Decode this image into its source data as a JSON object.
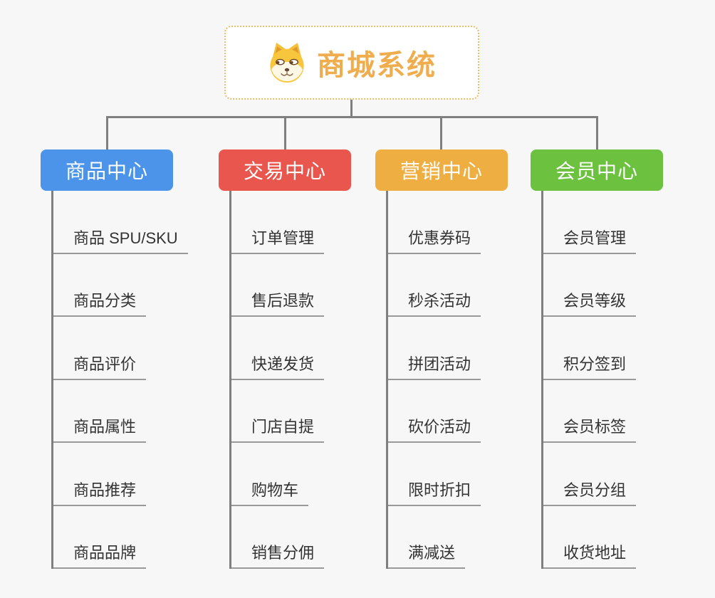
{
  "root": {
    "label": "商城系统",
    "icon": "dog-face-icon",
    "text_color": "#f0ad4e",
    "border_color": "#eebb66",
    "background": "#ffffff"
  },
  "connector_color": "#7f7f7f",
  "underline_color": "#999999",
  "canvas_background": "#f7f7f7",
  "branches": [
    {
      "label": "商品中心",
      "color": "#4b94ea",
      "items": [
        "商品 SPU/SKU",
        "商品分类",
        "商品评价",
        "商品属性",
        "商品推荐",
        "商品品牌"
      ]
    },
    {
      "label": "交易中心",
      "color": "#e8564e",
      "items": [
        "订单管理",
        "售后退款",
        "快递发货",
        "门店自提",
        "购物车",
        "销售分佣"
      ]
    },
    {
      "label": "营销中心",
      "color": "#efae42",
      "items": [
        "优惠券码",
        "秒杀活动",
        "拼团活动",
        "砍价活动",
        "限时折扣",
        "满减送"
      ]
    },
    {
      "label": "会员中心",
      "color": "#6cc13f",
      "items": [
        "会员管理",
        "会员等级",
        "积分签到",
        "会员标签",
        "会员分组",
        "收货地址"
      ]
    }
  ]
}
